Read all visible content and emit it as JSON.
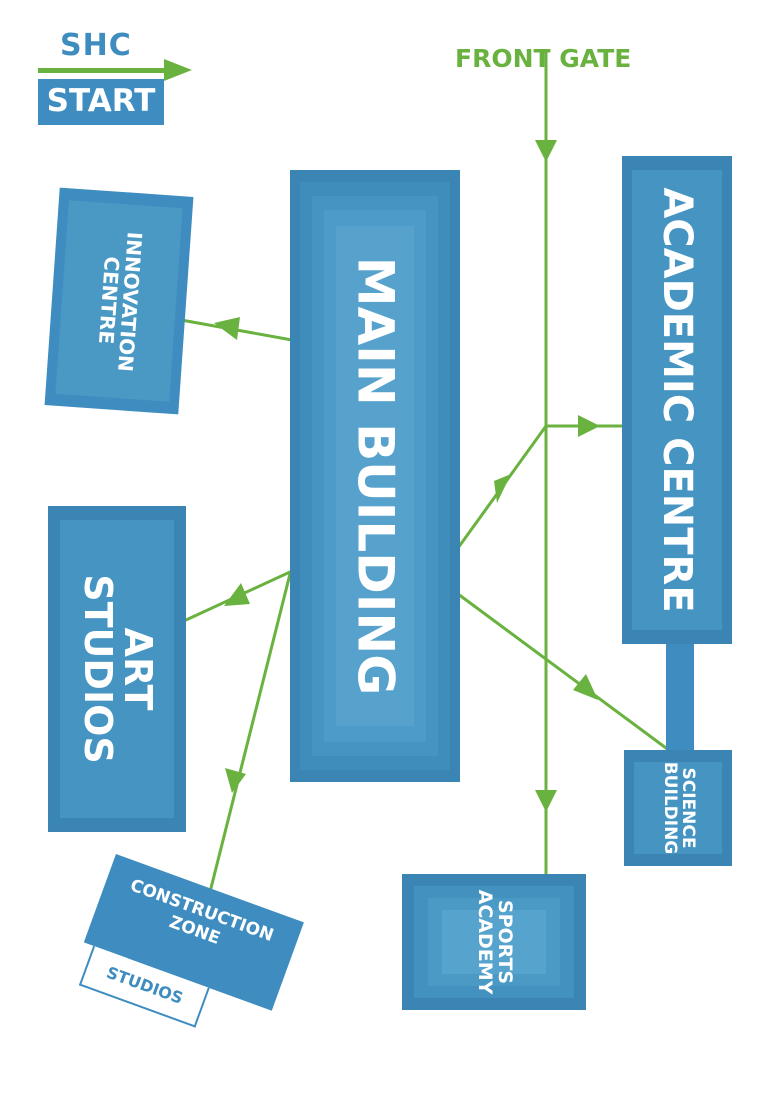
{
  "logo": {
    "top_text": "SHC",
    "bottom_text": "START"
  },
  "entrance": {
    "label": "FRONT GATE"
  },
  "buildings": {
    "innovation": {
      "line1": "INNOVATION",
      "line2": "CENTRE"
    },
    "main": {
      "label": "MAIN BUILDING"
    },
    "academic": {
      "label": "ACADEMIC CENTRE"
    },
    "art": {
      "line1": "ART",
      "line2": "STUDIOS"
    },
    "science": {
      "line1": "SCIENCE",
      "line2": "BUILDING"
    },
    "sports": {
      "line1": "SPORTS",
      "line2": "ACADEMY"
    },
    "construction": {
      "line1": "CONSTRUCTION",
      "line2": "ZONE",
      "sub": "STUDIOS"
    }
  },
  "colors": {
    "route_green": "#6ab23f",
    "building_dark": "#3a85b3",
    "building_mid": "#4594c2",
    "building_light": "#5aa6cf",
    "logo_blue": "#3f8dc0"
  }
}
